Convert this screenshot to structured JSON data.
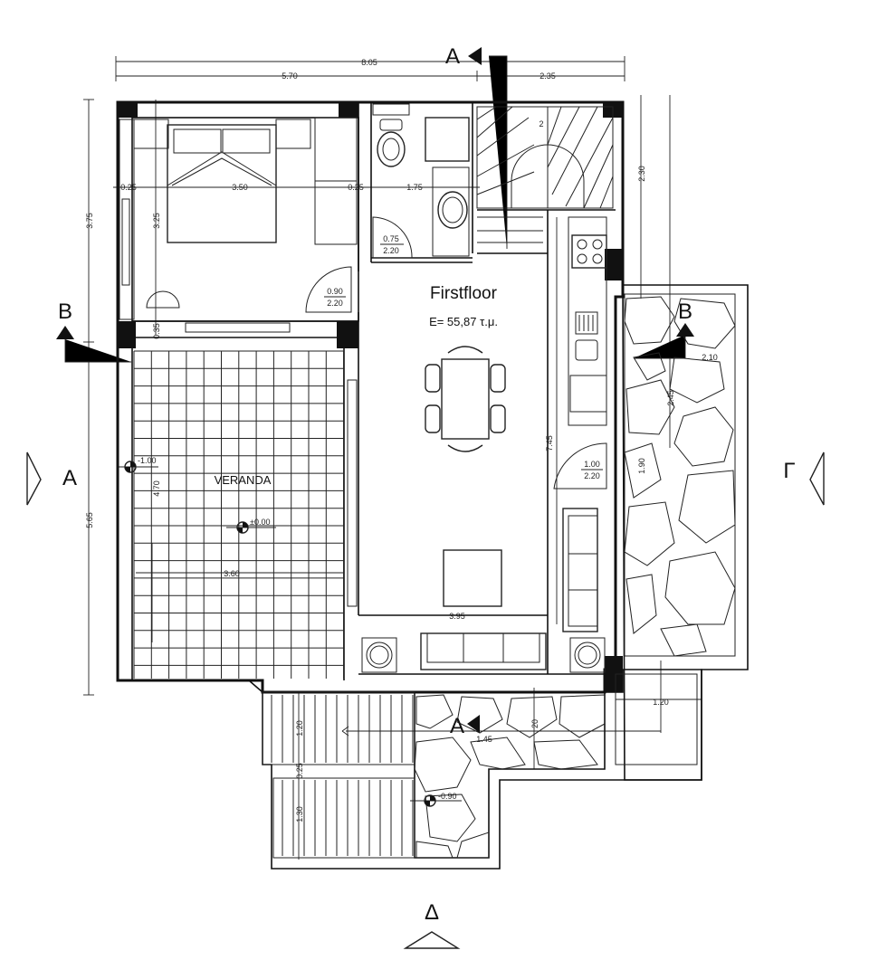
{
  "plan": {
    "title": "Firstfloor",
    "area": "E= 55,87 τ.μ.",
    "veranda_label": "VERANDA"
  },
  "sections": {
    "a_top": "A",
    "a_left": "A",
    "b_left": "B",
    "b_right": "B",
    "gamma_right": "Γ",
    "delta_bottom": "Δ",
    "a_bottom": "A"
  },
  "dimensions": {
    "top_total": "8.05",
    "top_left": "5.70",
    "top_right": "2.35",
    "left_upper": "3.75",
    "left_lower": "5.65",
    "bedroom_width": "3.50",
    "bedroom_height": "3.25",
    "bath_width": "1.75",
    "stair_height": "2.30",
    "stair_small": "2",
    "veranda_height": "4.70",
    "veranda_width": "3.60",
    "living_height": "7.45",
    "living_width": "3.95",
    "garden_width": "2.10",
    "garden_dim_a": "2.45",
    "garden_dim_b": "1.90",
    "porch_width": "1.20",
    "entry_a": "1.45",
    "entry_b": "20",
    "step_a": "1.20",
    "step_b": "1.30",
    "small_a": "0.25",
    "small_b": "0.25",
    "small_c": "0.35",
    "small_d": "0.25"
  },
  "doors": {
    "bedroom": {
      "w": "0.90",
      "h": "2.20"
    },
    "bath": {
      "w": "0.75",
      "h": "2.20"
    },
    "kitchen": {
      "w": "1.00",
      "h": "2.20"
    }
  },
  "levels": {
    "veranda_level": "±0.00",
    "veranda_side": "-1.00",
    "garden_level": "-0.90"
  }
}
